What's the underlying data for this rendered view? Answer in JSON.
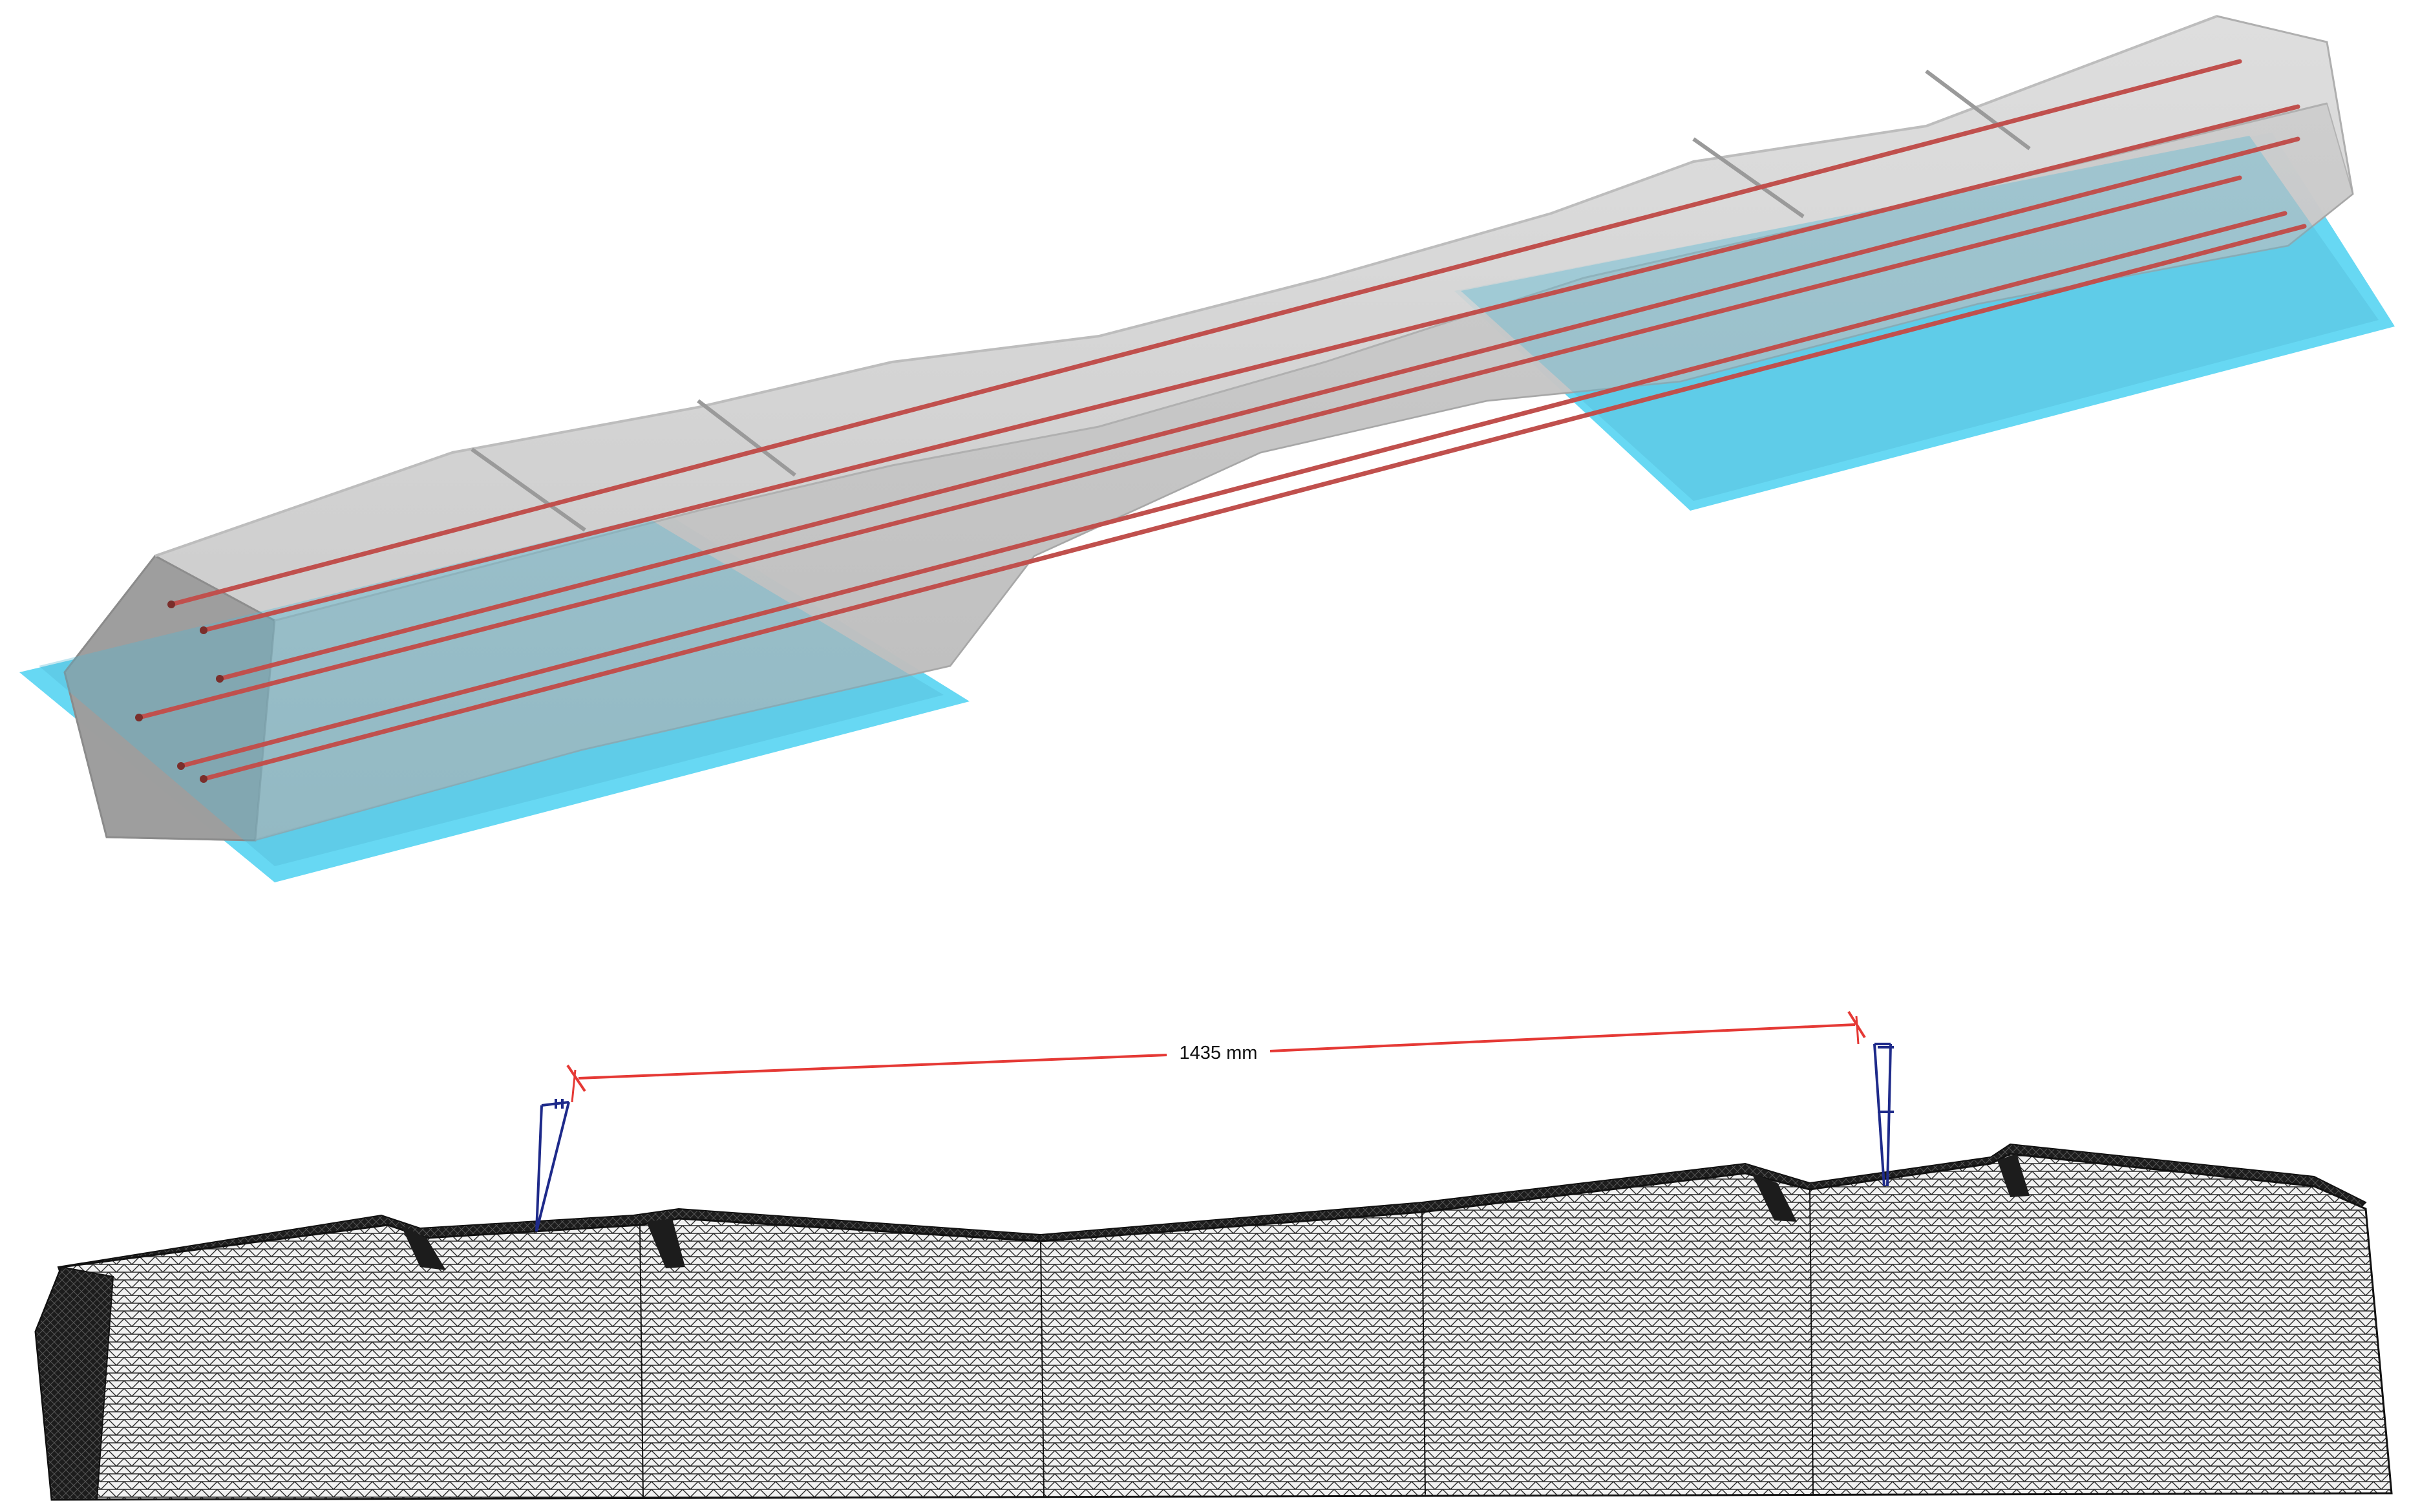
{
  "figure": {
    "top_panel": {
      "colors": {
        "concrete": "#c9c9c9",
        "concrete_edge": "#b3b3b3",
        "support_pad": "#5fd6f2",
        "tendon": "#c0504d"
      },
      "tendon_count": 6,
      "support_pad_count": 2
    },
    "bottom_panel": {
      "colors": {
        "mesh_fill": "#f2f2f2",
        "mesh_line": "#1a1a1a",
        "dimension_line": "#e53935",
        "rail_marker": "#1e2a8a"
      },
      "gauge_dimension": "1435 mm"
    }
  }
}
